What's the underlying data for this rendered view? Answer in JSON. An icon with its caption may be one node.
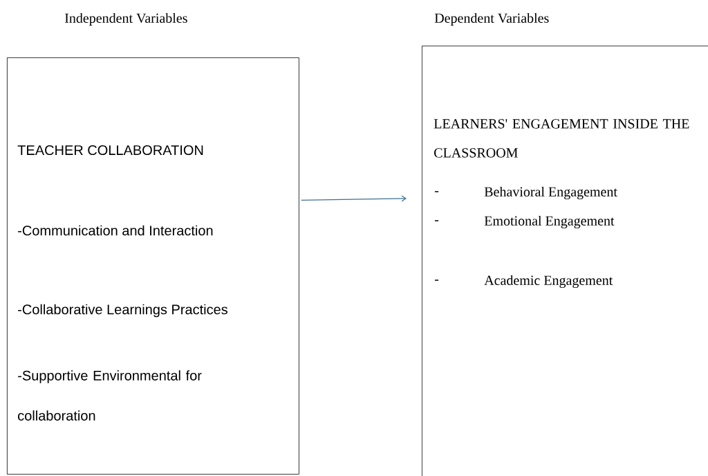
{
  "diagram": {
    "nodes": [
      {
        "text": [
          "Independent Variables",
          "TEACHER COLLABORATION",
          "-Communication and Interaction",
          "-Collaborative Learnings Practices",
          "-Supportive Environmental for collaboration"
        ]
      },
      {
        "text": [
          "Dependent Variables",
          "LEARNERS' ENGAGEMENT INSIDE THE CLASSROOM",
          "-",
          "Behavioral Engagement",
          "-",
          "Emotional Engagement",
          "-",
          "Academic Engagement"
        ]
      }
    ],
    "edges": [
      {
        "from": 0,
        "to": 1,
        "arrow": "to",
        "color": "#3b6f8f"
      }
    ]
  }
}
